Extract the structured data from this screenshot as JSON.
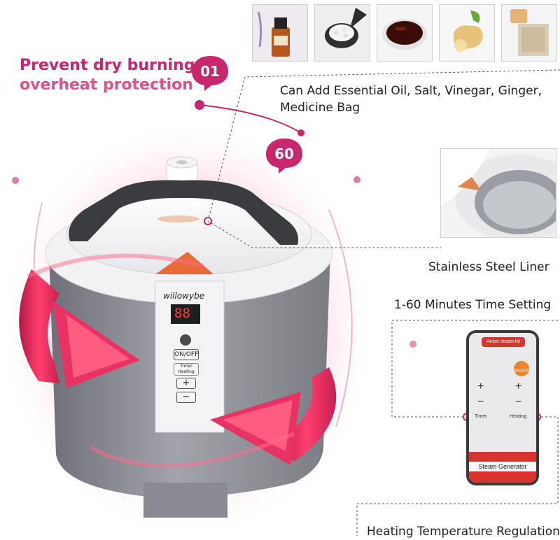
{
  "headline": {
    "line1": "Prevent dry burning,",
    "line2": "overheat protection"
  },
  "badges": {
    "first": "01",
    "second": "60"
  },
  "ingredients": {
    "icons": [
      "essential-oil-bottle-icon",
      "salt-icon",
      "vinegar-icon",
      "ginger-icon",
      "medicine-bag-icon"
    ]
  },
  "features": {
    "additives": "Can Add Essential Oil, Salt, Vinegar, Ginger,",
    "additives_line2": "Medicine Bag",
    "liner": "Stainless Steel Liner",
    "timer": "1-60 Minutes Time Setting",
    "temperature": "Heating Temperature Regulation"
  },
  "device": {
    "brand": "willowybe",
    "display": "88",
    "power_label": "ON/OFF",
    "mode_label_1": "Timer",
    "mode_label_2": "Heating",
    "plus": "+",
    "minus": "−"
  },
  "remote": {
    "header": "Anion steam kit",
    "power_label": "ON/OFF",
    "timer_label": "Timer",
    "heating_label": "Heating",
    "plus": "+",
    "minus": "−",
    "footer": "Steam Generator"
  },
  "colors": {
    "accent": "#c8266d",
    "arrow": "#e83264",
    "body": "#8f9198",
    "remote_red": "#d6342c"
  }
}
